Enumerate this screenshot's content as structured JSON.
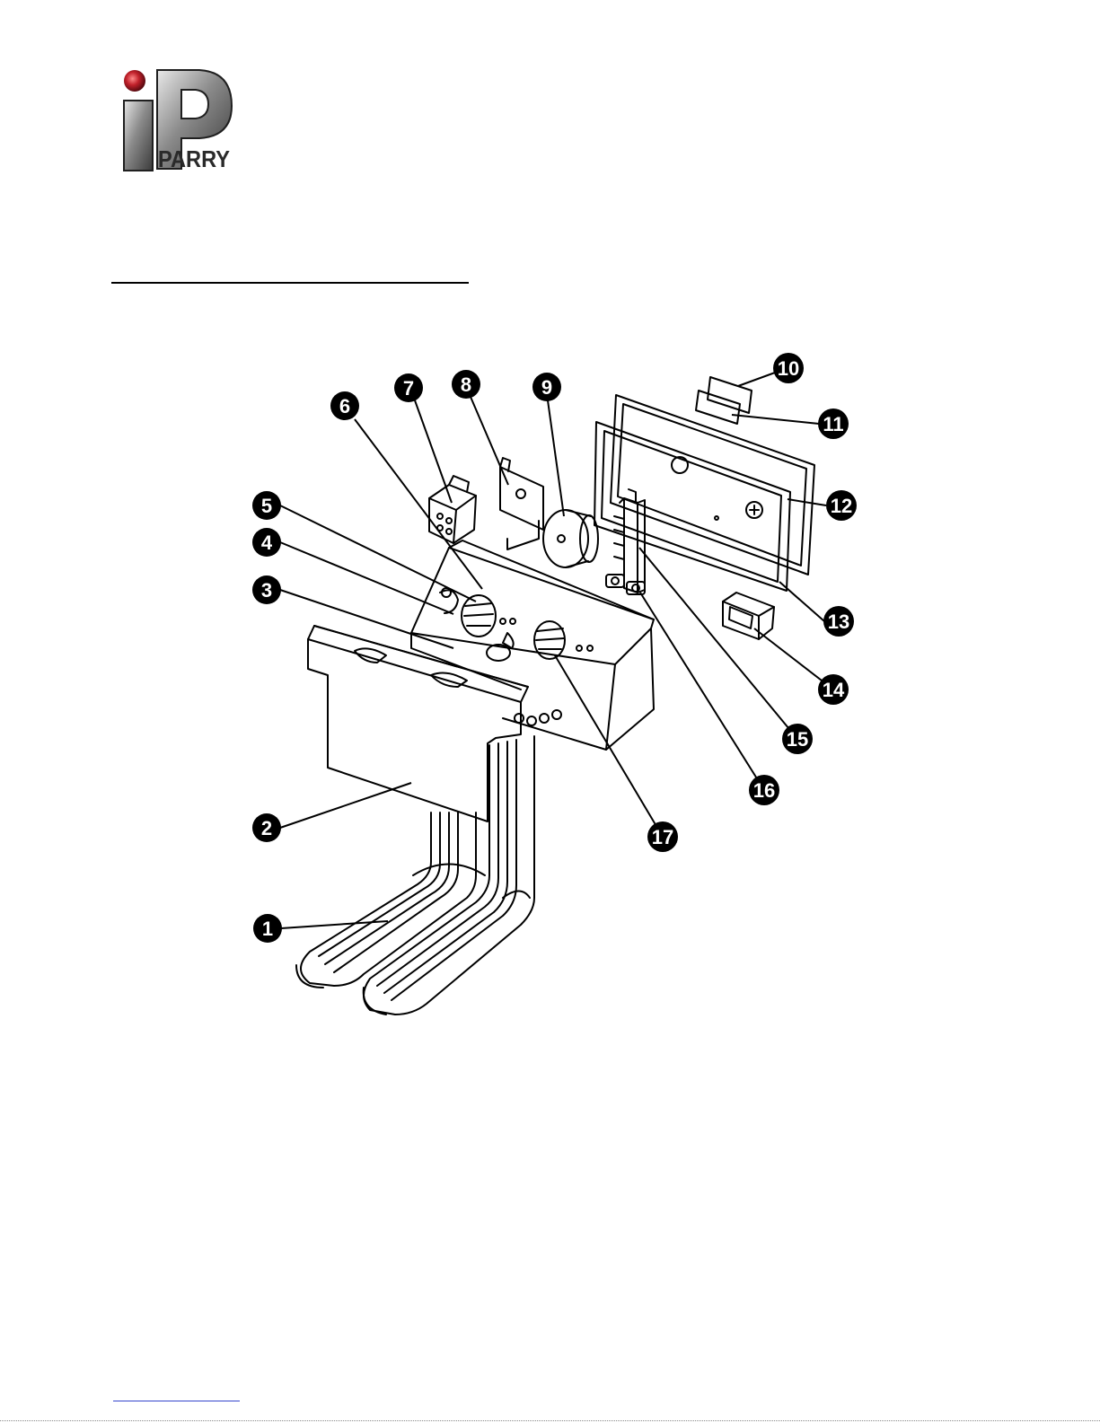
{
  "logo": {
    "text": "PARRY"
  },
  "diagram": {
    "callouts": [
      {
        "label": "1"
      },
      {
        "label": "2"
      },
      {
        "label": "3"
      },
      {
        "label": "4"
      },
      {
        "label": "5"
      },
      {
        "label": "6"
      },
      {
        "label": "7"
      },
      {
        "label": "8"
      },
      {
        "label": "9"
      },
      {
        "label": "10"
      },
      {
        "label": "11"
      },
      {
        "label": "12"
      },
      {
        "label": "13"
      },
      {
        "label": "14"
      },
      {
        "label": "15"
      },
      {
        "label": "16"
      },
      {
        "label": "17"
      }
    ]
  },
  "colors": {
    "logo_metal": "#7a7a7a",
    "logo_dark": "#2a2a2a",
    "logo_red": "#c0202a",
    "callout_fill": "#000000",
    "footer_link": "#3344cc"
  }
}
